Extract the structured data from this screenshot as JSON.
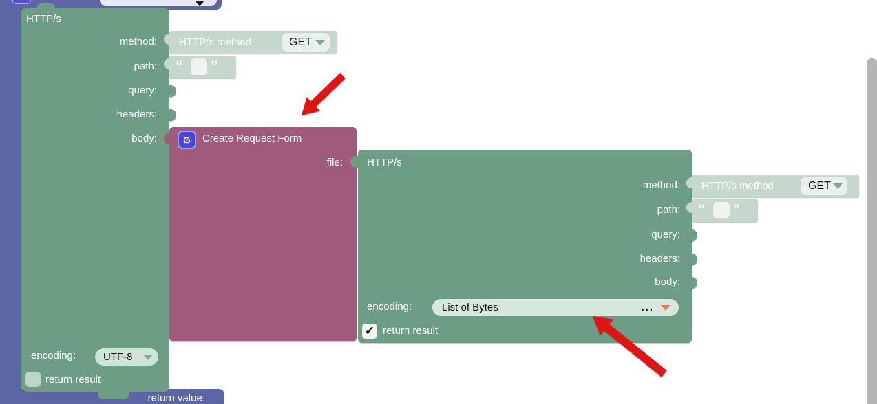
{
  "colors": {
    "block_green": "#6d9e85",
    "block_pale_green": "#c6d8cd",
    "block_purple": "#a05a7c",
    "block_blue": "#5c66a4",
    "field_light": "#e9f1ec",
    "dropdown_pill": "#d6e7dc",
    "caret_sage": "#7fa691",
    "caret_coral": "#ee6e62",
    "annotation_arrow_red": "#e11414",
    "gear_icon_blue": "#4b45d3",
    "scrollbar_gray": "#b5b5b5"
  },
  "icons": {
    "gear": "⚙",
    "check": "✓"
  },
  "quotes": {
    "open": "“",
    "close": "”"
  },
  "procedure_block": {
    "name_value": "",
    "return_label": "return value:"
  },
  "outer_http": {
    "title": "HTTP/s",
    "params": [
      "method:",
      "path:",
      "query:",
      "headers:",
      "body:"
    ],
    "encoding_label": "encoding:",
    "encoding_value": "UTF-8",
    "return_result_label": "return result",
    "return_result_checked": false
  },
  "method_dropdown_1": {
    "label": "HTTP/s method",
    "value": "GET"
  },
  "string_1": {
    "value": ""
  },
  "form_block": {
    "title": "Create Request Form",
    "file_label": "file:"
  },
  "inner_http": {
    "title": "HTTP/s",
    "params": [
      "method:",
      "path:",
      "query:",
      "headers:",
      "body:"
    ],
    "encoding_label": "encoding:",
    "encoding_value": "List of Bytes",
    "encoding_more": "...",
    "return_result_label": "return result",
    "return_result_checked": true
  },
  "method_dropdown_2": {
    "label": "HTTP/s method",
    "value": "GET"
  },
  "string_2": {
    "value": ""
  }
}
